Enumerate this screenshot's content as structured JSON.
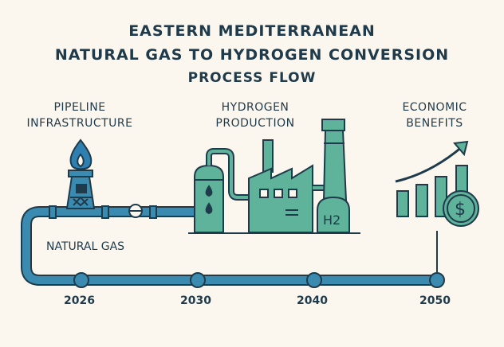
{
  "title": {
    "line1": "EASTERN MEDITERRANEAN",
    "line2": "NATURAL GAS TO HYDROGEN CONVERSION",
    "line3": "PROCESS FLOW"
  },
  "sections": {
    "pipeline": "PIPELINE INFRASTRUCTURE",
    "hydrogen": "HYDROGEN PRODUCTION",
    "economic": "ECONOMIC BENEFITS"
  },
  "pipe_label": "NATURAL GAS",
  "tank_label": "H2",
  "timeline": [
    "2026",
    "2030",
    "2040",
    "2050"
  ],
  "colors": {
    "pipe": "#3b8bb0",
    "teal": "#5fb39a",
    "dark": "#1f3a4a",
    "flame": "#2f7fb0",
    "background": "#fbf7ee"
  },
  "icons": [
    "flame-icon",
    "gas-derrick-icon",
    "valve-icon",
    "storage-tank-icon",
    "factory-icon",
    "smokestack-icon",
    "h2-tank-icon",
    "bar-chart-icon",
    "trend-arrow-icon",
    "dollar-coin-icon"
  ]
}
